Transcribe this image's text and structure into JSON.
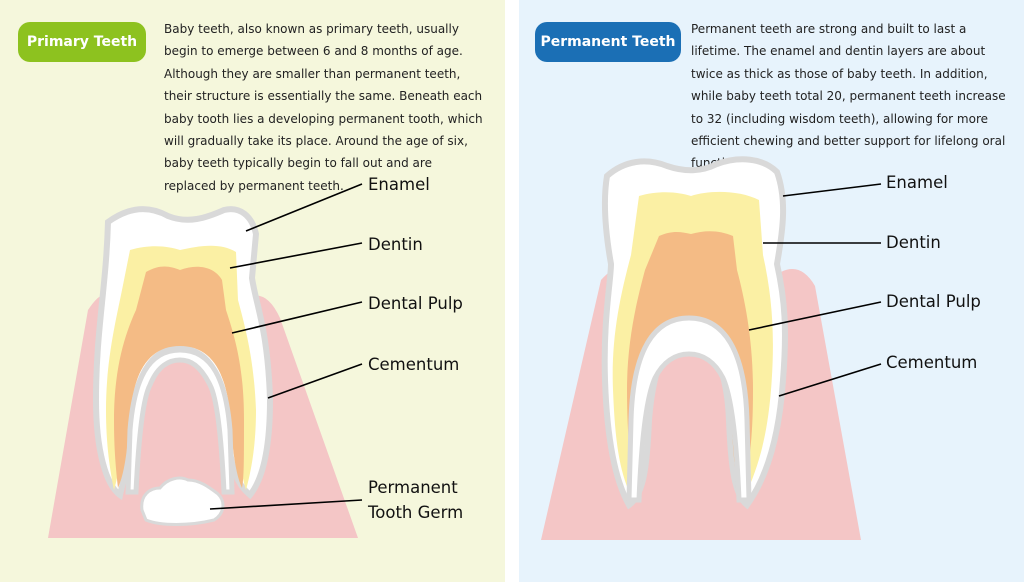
{
  "colors": {
    "primary_badge": "#8dc21f",
    "permanent_badge": "#1b6fb5",
    "left_background": "#f5f7dc",
    "right_background": "#e7f3fc",
    "gum": "#f4c6c6",
    "enamel": "#ffffff",
    "enamel_outline": "#d9d9d9",
    "dentin": "#fbf0a4",
    "pulp": "#f4bb85"
  },
  "primary": {
    "badge": "Primary Teeth",
    "description": "Baby teeth, also known as primary teeth, usually begin to emerge between 6 and 8 months of age. Although they are smaller than permanent teeth, their structure is essentially the same. Beneath each baby tooth lies a developing permanent tooth, which will gradually take its place. Around the age of six, baby teeth typically begin to fall out and are replaced by permanent teeth.",
    "labels": {
      "enamel": "Enamel",
      "dentin": "Dentin",
      "pulp": "Dental Pulp",
      "cementum": "Cementum",
      "germ_line1": "Permanent",
      "germ_line2": "Tooth Germ"
    }
  },
  "permanent": {
    "badge": "Permanent Teeth",
    "description": "Permanent teeth are strong and built to last a lifetime. The enamel and dentin layers are about twice as thick as those of baby teeth. In addition, while baby teeth total 20, permanent teeth increase to 32 (including wisdom teeth), allowing for more efficient chewing and better support for lifelong oral function.",
    "labels": {
      "enamel": "Enamel",
      "dentin": "Dentin",
      "pulp": "Dental Pulp",
      "cementum": "Cementum"
    }
  }
}
